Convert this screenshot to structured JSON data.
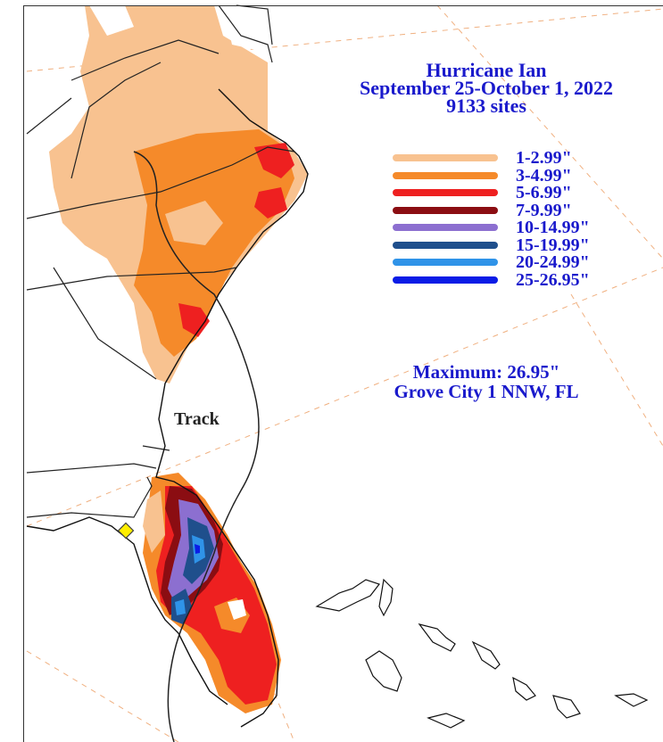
{
  "title": {
    "line1": "Hurricane Ian",
    "line2": "September 25-October 1, 2022",
    "line3": "9133 sites"
  },
  "legend": [
    {
      "label": "1-2.99\"",
      "color": "#f8c290"
    },
    {
      "label": "3-4.99\"",
      "color": "#f58a2a"
    },
    {
      "label": "5-6.99\"",
      "color": "#ee2020"
    },
    {
      "label": "7-9.99\"",
      "color": "#8b0d12"
    },
    {
      "label": "10-14.99\"",
      "color": "#8c6fd0"
    },
    {
      "label": "15-19.99\"",
      "color": "#1f4f8c"
    },
    {
      "label": "20-24.99\"",
      "color": "#2f93e8"
    },
    {
      "label": "25-26.95\"",
      "color": "#0a1ce6"
    }
  ],
  "maximum": {
    "line1": "Maximum:  26.95\"",
    "line2": "Grove City 1 NNW, FL"
  },
  "track_label": "Track",
  "max_marker_color": "#ffee00"
}
